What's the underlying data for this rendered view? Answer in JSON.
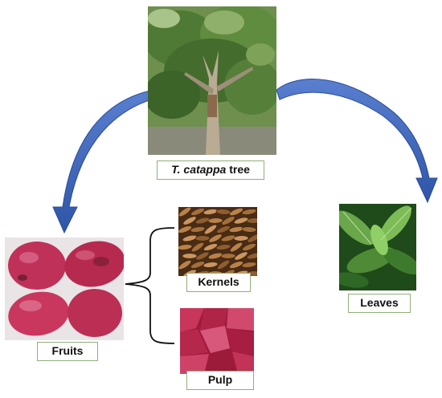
{
  "tree": {
    "label_species": "T. catappa",
    "label_rest": " tree",
    "icon": "tree-photo"
  },
  "leaves": {
    "label": "Leaves",
    "icon": "leaves-photo"
  },
  "fruits": {
    "label": "Fruits",
    "icon": "fruits-photo"
  },
  "kernels": {
    "label": "Kernels",
    "icon": "kernels-photo"
  },
  "pulp": {
    "label": "Pulp",
    "icon": "pulp-photo"
  },
  "colors": {
    "arrow": "#3a62b5",
    "label_border": "#8fb07a",
    "bracket": "#111111"
  }
}
